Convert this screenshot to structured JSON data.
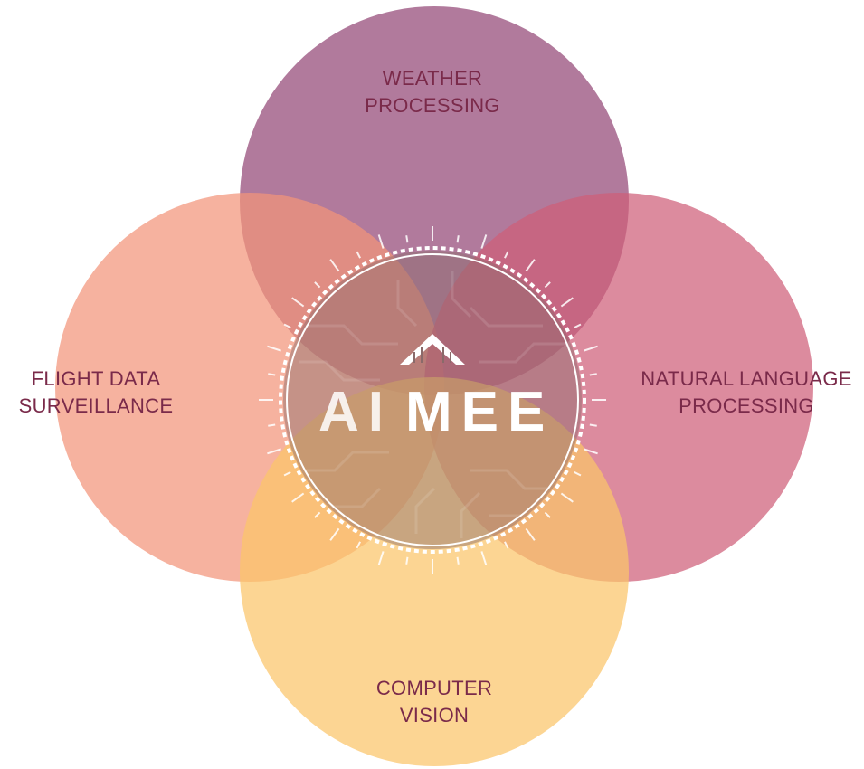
{
  "diagram": {
    "circles": [
      {
        "id": "weather",
        "label_lines": [
          "WEATHER",
          "PROCESSING"
        ],
        "color": "#9b5580"
      },
      {
        "id": "flight",
        "label_lines": [
          "FLIGHT DATA",
          "SURVEILLANCE"
        ],
        "color": "#f2947a"
      },
      {
        "id": "nlp",
        "label_lines": [
          "NATURAL LANGUAGE",
          "PROCESSING"
        ],
        "color": "#cf5e79"
      },
      {
        "id": "vision",
        "label_lines": [
          "COMPUTER",
          "VISION"
        ],
        "color": "#fbc56a"
      }
    ],
    "label_color": "#7a2a4a",
    "logo": {
      "text_left": "AI",
      "text_right": "MEE",
      "icon": "airplane-chevron-icon",
      "ring_color": "#ffffff"
    }
  }
}
